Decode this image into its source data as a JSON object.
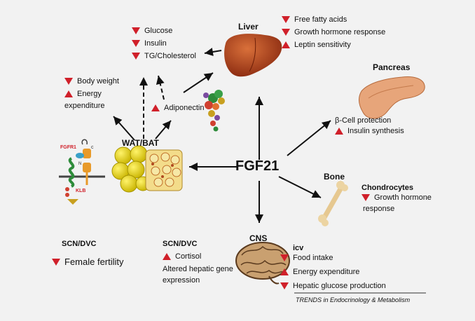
{
  "center": "FGF21",
  "nodes": {
    "liver": "Liver",
    "pancreas": "Pancreas",
    "bone": "Bone",
    "chondrocytes": "Chondrocytes",
    "cns": "CNS",
    "icv": "icv",
    "wat_bat": "WAT/BAT",
    "adiponectin": "Adiponectin",
    "fgfr1": "FGFR1",
    "klb": "KLB",
    "fgfr1_c": "c",
    "fgf21_n": "N"
  },
  "liver_effects": [
    {
      "dir": "down",
      "text": "Free fatty acids"
    },
    {
      "dir": "down",
      "text": "Growth hormone response"
    },
    {
      "dir": "up",
      "text": "Leptin sensitivity"
    }
  ],
  "metabolic_effects": [
    {
      "dir": "down",
      "text": "Glucose"
    },
    {
      "dir": "down",
      "text": "Insulin"
    },
    {
      "dir": "down",
      "text": "TG/Cholesterol"
    }
  ],
  "body_effects": [
    {
      "dir": "down",
      "text": "Body weight"
    },
    {
      "dir": "up",
      "text": "Energy"
    }
  ],
  "body_effects_cont": "expenditure",
  "pancreas_effects": {
    "line1": "β-Cell protection",
    "line2": {
      "dir": "up",
      "text": "Insulin synthesis"
    }
  },
  "bone_effects": {
    "line1": {
      "dir": "down",
      "text": "Growth hormone"
    },
    "line2": "response"
  },
  "cns_effects": [
    {
      "dir": "down",
      "text": "Food intake"
    },
    {
      "dir": "up",
      "text": "Energy expenditure"
    },
    {
      "dir": "down",
      "text": "Hepatic glucose production"
    }
  ],
  "scn1": {
    "title": "SCN/DVC",
    "effect": {
      "dir": "down",
      "text": "Female fertility"
    }
  },
  "scn2": {
    "title": "SCN/DVC",
    "effect": {
      "dir": "up",
      "text": "Cortisol"
    },
    "line2": "Altered hepatic gene",
    "line3": "expression"
  },
  "footer": "TRENDS in Endocrinology & Metabolism",
  "colors": {
    "arrow_red": "#d0202a",
    "liver": "#b8451f",
    "pancreas": "#e8a070",
    "fat": "#f0dc28",
    "brain": "#7a5a3a",
    "bone": "#e6c890"
  }
}
